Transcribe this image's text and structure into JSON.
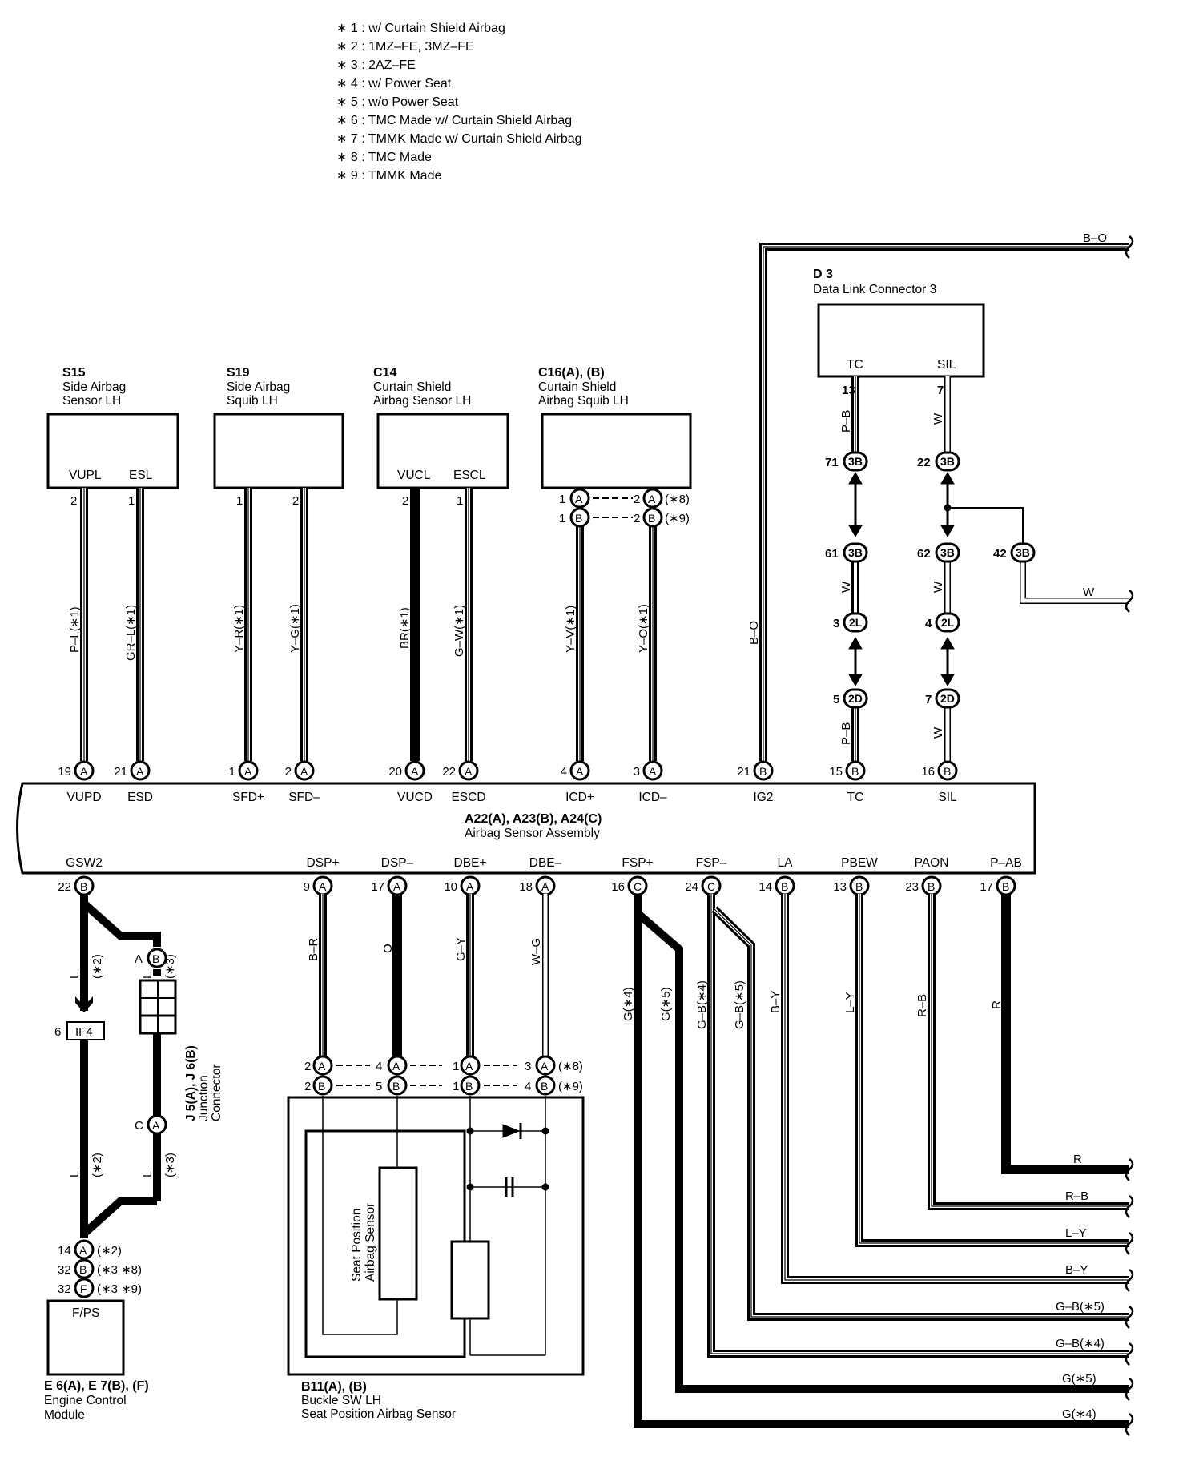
{
  "notes": [
    "∗ 1 : w/ Curtain Shield Airbag",
    "∗ 2 : 1MZ–FE,  3MZ–FE",
    "∗ 3 : 2AZ–FE",
    "∗ 4 : w/ Power Seat",
    "∗ 5 : w/o Power Seat",
    "∗ 6 : TMC Made w/ Curtain Shield Airbag",
    "∗ 7 : TMMK Made w/ Curtain Shield Airbag",
    "∗ 8 : TMC Made",
    "∗ 9 : TMMK Made"
  ],
  "components": {
    "s15": {
      "code": "S15",
      "name1": "Side Airbag",
      "name2": "Sensor LH",
      "pin_a": "VUPL",
      "pin_b": "ESL"
    },
    "s19": {
      "code": "S19",
      "name1": "Side Airbag",
      "name2": "Squib LH"
    },
    "c14": {
      "code": "C14",
      "name1": "Curtain Shield",
      "name2": "Airbag Sensor LH",
      "pin_a": "VUCL",
      "pin_b": "ESCL"
    },
    "c16": {
      "code": "C16(A), (B)",
      "name1": "Curtain Shield",
      "name2": "Airbag Squib LH"
    },
    "d3": {
      "code": "D 3",
      "name1": "Data Link Connector 3",
      "pin_a": "TC",
      "pin_b": "SIL"
    },
    "main": {
      "code": "A22(A), A23(B), A24(C)",
      "name1": "Airbag Sensor Assembly"
    },
    "ecm": {
      "box": "F/PS",
      "code": "E 6(A), E 7(B), (F)",
      "name1": "Engine Control",
      "name2": "Module"
    },
    "b11": {
      "code": "B11(A), (B)",
      "name1": "Buckle SW LH",
      "name2": "Seat Position Airbag Sensor",
      "inner": "Seat Position",
      "inner2": "Airbag Sensor"
    },
    "jc": {
      "code": "J 5(A), J 6(B)",
      "name1": "Junction",
      "name2": "Connector"
    }
  },
  "main_top_pins": [
    "VUPD",
    "ESD",
    "SFD+",
    "SFD–",
    "VUCD",
    "ESCD",
    "ICD+",
    "ICD–",
    "IG2",
    "TC",
    "SIL"
  ],
  "main_bottom_pins": [
    "GSW2",
    "DSP+",
    "DSP–",
    "DBE+",
    "DBE–",
    "FSP+",
    "FSP–",
    "LA",
    "PBEW",
    "PAON",
    "P–AB"
  ],
  "wire_colors": {
    "p_l": "P–L(∗1)",
    "gr_l": "GR–L(∗1)",
    "y_r": "Y–R(∗1)",
    "y_g": "Y–G(∗1)",
    "br": "BR(∗1)",
    "g_w": "G–W(∗1)",
    "y_v": "Y–V(∗1)",
    "y_o": "Y–O(∗1)",
    "b_o": "B–O",
    "p_b": "P–B",
    "w": "W",
    "b_r": "B–R",
    "o": "O",
    "g_y": "G–Y",
    "w_g": "W–G",
    "g4": "G(∗4)",
    "g5": "G(∗5)",
    "gb4": "G–B(∗4)",
    "gb5": "G–B(∗5)",
    "b_y": "B–Y",
    "l_y": "L–Y",
    "r_b": "R–B",
    "r": "R",
    "l": "L",
    "star2": "(∗2)",
    "star3": "(∗3)"
  },
  "right_labels": [
    "R",
    "R–B",
    "L–Y",
    "B–Y",
    "G–B(∗5)",
    "G–B(∗4)",
    "G(∗5)",
    "G(∗4)"
  ],
  "connector_codes": [
    "3B",
    "2L",
    "2D",
    "IF4"
  ],
  "pin_numbers": {
    "top": [
      "19",
      "21",
      "1",
      "2",
      "20",
      "22",
      "4",
      "3",
      "21",
      "15",
      "16"
    ],
    "bottom": [
      "22",
      "9",
      "17",
      "10",
      "18",
      "16",
      "24",
      "14",
      "13",
      "23",
      "17"
    ],
    "comp": [
      "2",
      "1",
      "1",
      "2",
      "2",
      "1",
      "13",
      "7"
    ],
    "d3_chain": [
      "71",
      "22",
      "61",
      "62",
      "42",
      "3",
      "4",
      "5",
      "7"
    ],
    "c16": [
      "1",
      "1",
      "2",
      "2"
    ],
    "c16_notes": [
      "(∗8)",
      "(∗9)"
    ],
    "b11": [
      "2",
      "2",
      "4",
      "5",
      "1",
      "1",
      "3",
      "4"
    ],
    "b11_notes": [
      "(∗8)",
      "(∗9)"
    ],
    "ecm": [
      "14",
      "32",
      "32"
    ],
    "ecm_notes": [
      "(∗2)",
      "(∗3 ∗8)",
      "(∗3 ∗9)"
    ],
    "if4": "6"
  }
}
